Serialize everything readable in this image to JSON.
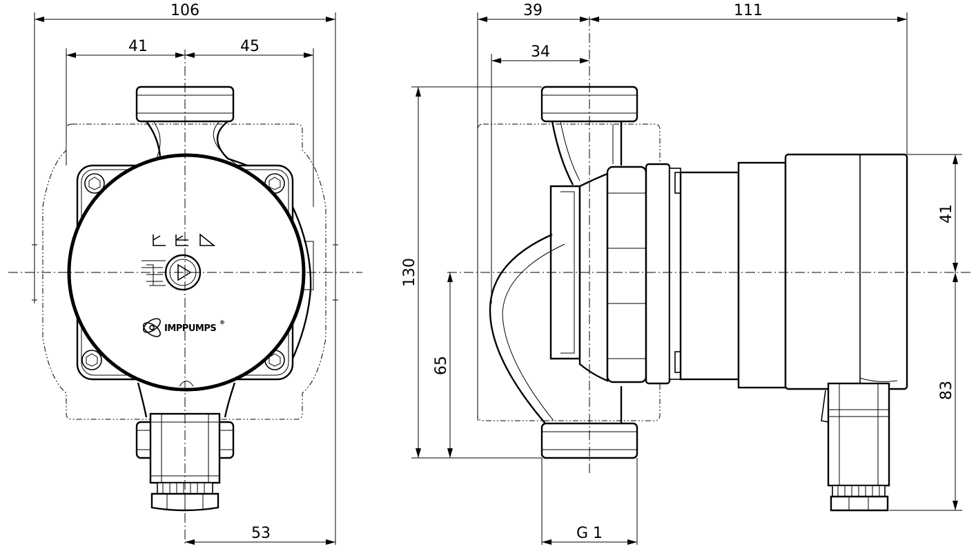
{
  "dimensions": {
    "front_total_width": "106",
    "front_left_offset": "41",
    "front_right_offset": "45",
    "front_bottom_offset": "53",
    "side_inlet_depth": "39",
    "side_motor_length": "111",
    "side_inner_depth": "34",
    "side_total_height": "130",
    "side_half_height": "65",
    "side_upper_height": "41",
    "side_lower_height": "83",
    "thread_size": "G 1"
  },
  "logo": {
    "brand": "IMPPUMPS",
    "mark": "®"
  }
}
